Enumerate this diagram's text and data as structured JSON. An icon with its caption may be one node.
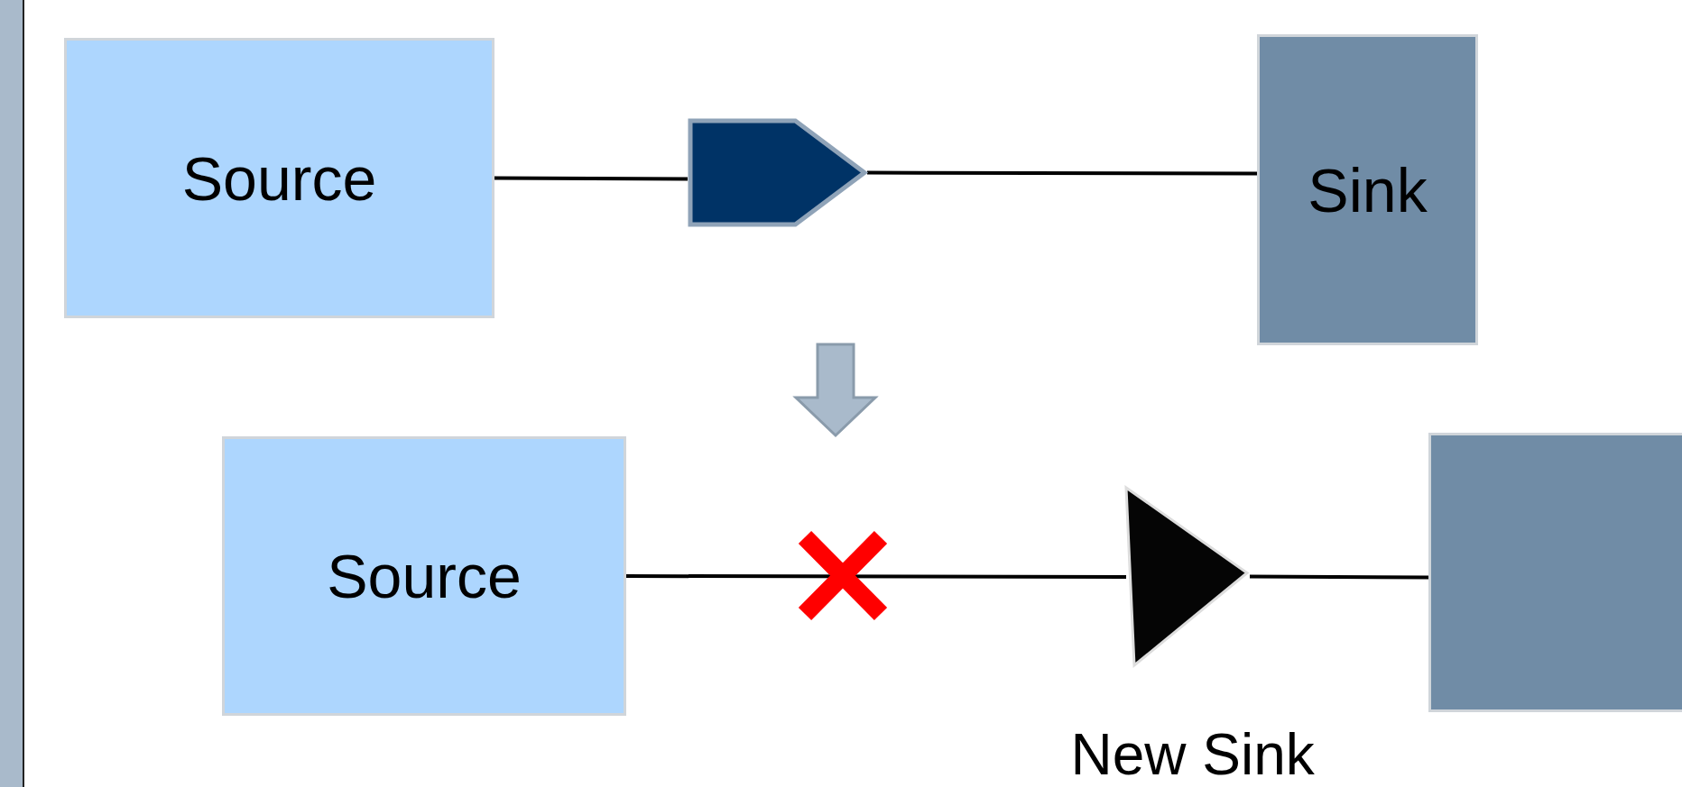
{
  "diagram": {
    "nodes": [
      {
        "text": [
          "Source"
        ]
      },
      {
        "text": [],
        "shape": "pentagon"
      },
      {
        "text": [
          "Sink"
        ]
      },
      {
        "text": [
          "Source"
        ]
      },
      {
        "text": [],
        "shape": "triangle",
        "beside": [
          "New Sink"
        ]
      },
      {
        "text": [],
        "shape": "box"
      }
    ],
    "edges": [
      {
        "from": 0,
        "to": 1,
        "arrow": "none"
      },
      {
        "from": 1,
        "to": 2,
        "arrow": "none"
      },
      {
        "from": 3,
        "to": 4,
        "arrow": "none"
      },
      {
        "from": 4,
        "to": 5,
        "arrow": "none"
      }
    ]
  }
}
